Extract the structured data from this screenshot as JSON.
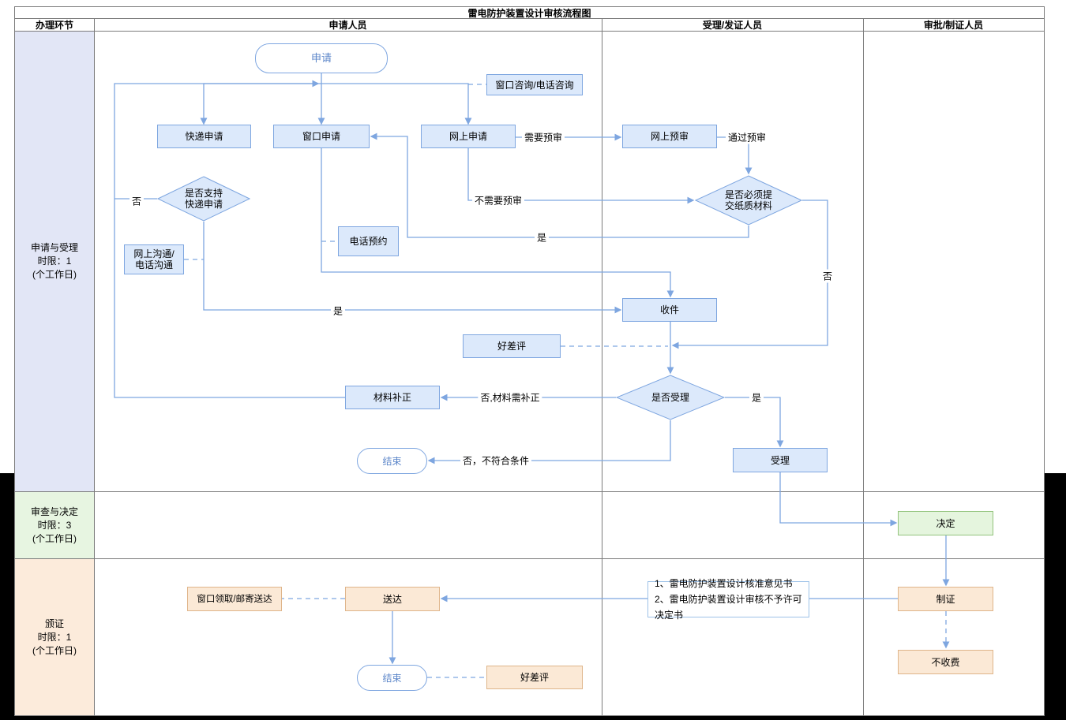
{
  "page": {
    "title": "雷电防护装置设计审核流程图"
  },
  "columns": {
    "c0": "办理环节",
    "c1": "申请人员",
    "c2": "受理/发证人员",
    "c3": "审批/制证人员"
  },
  "lanes": {
    "lane1": {
      "l1": "申请与受理",
      "l2": "时限：1",
      "l3": "(个工作日)"
    },
    "lane2": {
      "l1": "审查与决定",
      "l2": "时限：3",
      "l3": "(个工作日)"
    },
    "lane3": {
      "l1": "颁证",
      "l2": "时限：1",
      "l3": "(个工作日)"
    }
  },
  "nodes": {
    "start": "申请",
    "consult_note": "窗口咨询/电话咨询",
    "express_apply": "快递申请",
    "window_apply": "窗口申请",
    "online_apply": "网上申请",
    "online_prereview": "网上预审",
    "support_express_1": "是否支持",
    "support_express_2": "快递申请",
    "paper_required_1": "是否必须提",
    "paper_required_2": "交纸质材料",
    "phone_appointment": "电话预约",
    "online_comm_1": "网上沟通/",
    "online_comm_2": "电话沟通",
    "receive": "收件",
    "rating_top": "好差评",
    "accept_check": "是否受理",
    "material_fix": "材料补正",
    "end_top": "结束",
    "accept": "受理",
    "decide": "决定",
    "make_cert": "制证",
    "no_fee": "不收费",
    "deliver": "送达",
    "pickup_note": "窗口领取/邮寄送达",
    "end_bottom": "结束",
    "rating_bottom": "好差评",
    "cert_doc_1": "1、雷电防护装置设计核准意见书",
    "cert_doc_2": "2、雷电防护装置设计审核不予许可决定书"
  },
  "edge_labels": {
    "need_prereview": "需要预审",
    "pass_prereview": "通过预审",
    "no_prereview": "不需要预审",
    "express_no": "否",
    "paper_yes": "是",
    "paper_no": "否",
    "express_yes": "是",
    "accept_no_fix": "否,材料需补正",
    "accept_yes": "是",
    "accept_reject": "否，不符合条件"
  },
  "colors": {
    "line_blue": "#7EA6E0",
    "node_blue_fill": "#DCE9FB",
    "node_orange_fill": "#FBE9D6",
    "node_green_fill": "#E5F5DE",
    "lane1_fill": "#E2E6F6",
    "lane2_fill": "#E7F5E1",
    "lane3_fill": "#FCEBDB",
    "grid_line": "#7B7B7B"
  }
}
